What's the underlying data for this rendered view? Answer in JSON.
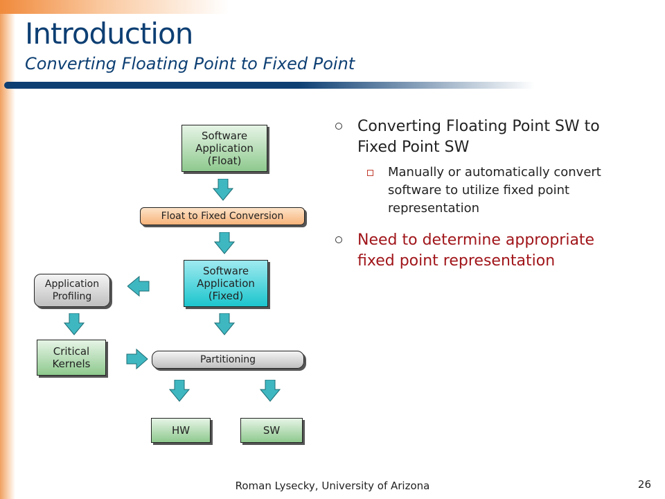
{
  "header": {
    "title": "Introduction",
    "subtitle": "Converting Floating Point to Fixed Point"
  },
  "diagram": {
    "sw_float": [
      "Software",
      "Application",
      "(Float)"
    ],
    "conversion": "Float to Fixed Conversion",
    "sw_fixed": [
      "Software",
      "Application",
      "(Fixed)"
    ],
    "profiling": [
      "Application",
      "Profiling"
    ],
    "kernels": [
      "Critical",
      "Kernels"
    ],
    "partitioning": "Partitioning",
    "hw": "HW",
    "sw": "SW"
  },
  "bullets": {
    "b1": "Converting Floating Point SW to Fixed Point SW",
    "b1_sub": "Manually or automatically convert software to utilize fixed point representation",
    "b2": "Need to determine appropriate fixed point representation"
  },
  "footer": {
    "author": "Roman Lysecky, University of Arizona",
    "page": "26"
  },
  "colors": {
    "title": "#0d3f73",
    "highlight": "#a0151a",
    "arrow": "#3fb7c1"
  }
}
